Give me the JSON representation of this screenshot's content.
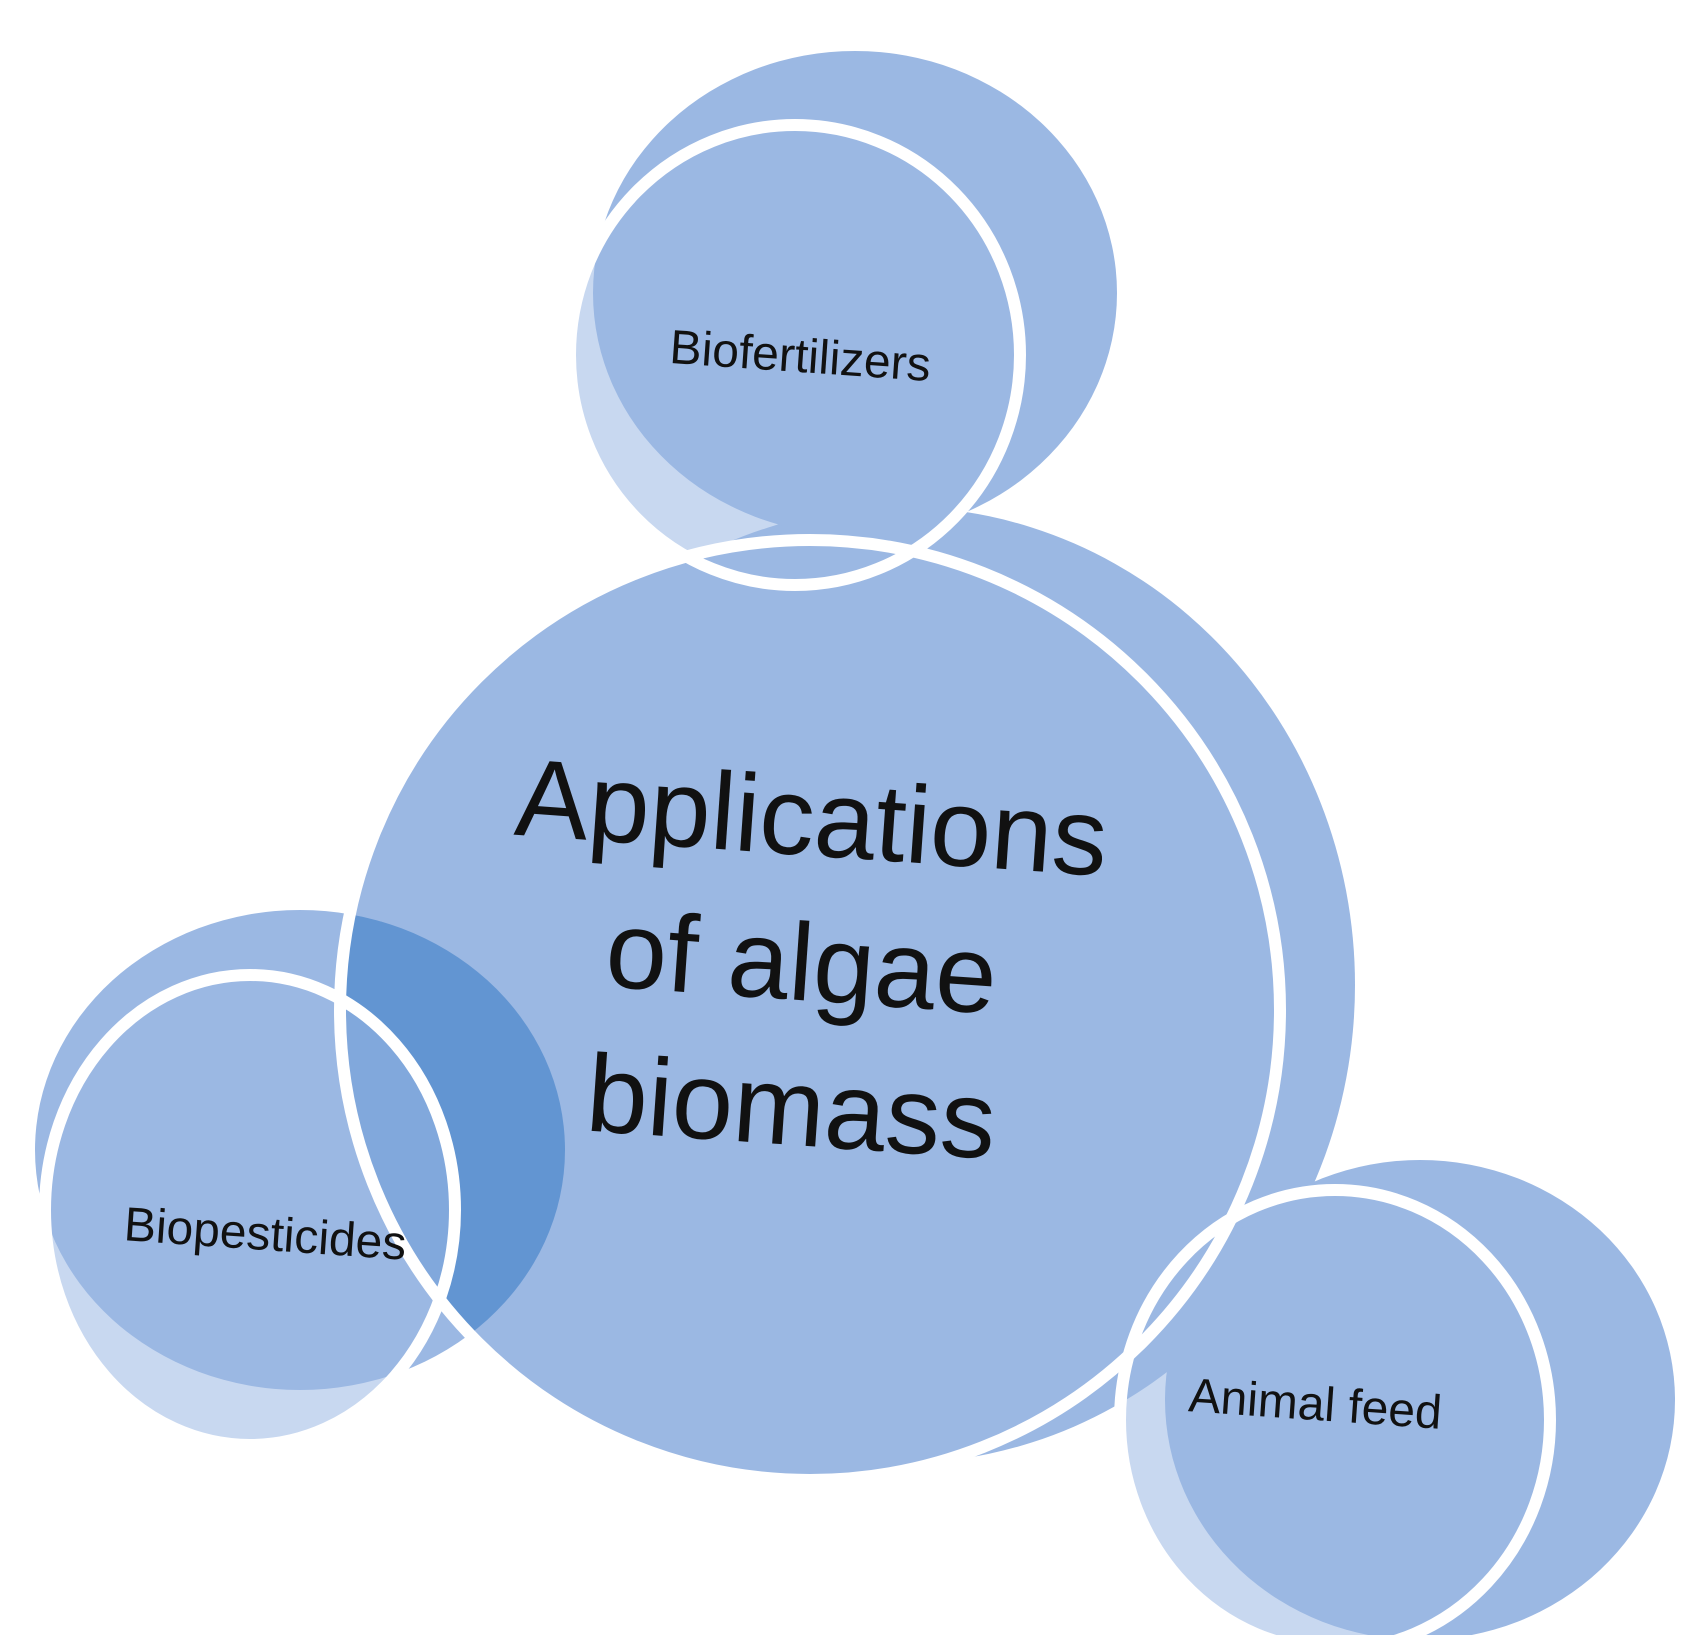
{
  "diagram": {
    "center": {
      "lines": [
        "Applications",
        "of algae",
        "biomass"
      ]
    },
    "satellites": {
      "top": {
        "label": "Biofertilizers"
      },
      "left": {
        "label": "Biopesticides"
      },
      "right": {
        "label": "Animal feed"
      }
    }
  },
  "colors": {
    "fill": "#9bb8e3",
    "overlap": "#6295d2",
    "border": "#ffffff",
    "text": "#111111"
  }
}
